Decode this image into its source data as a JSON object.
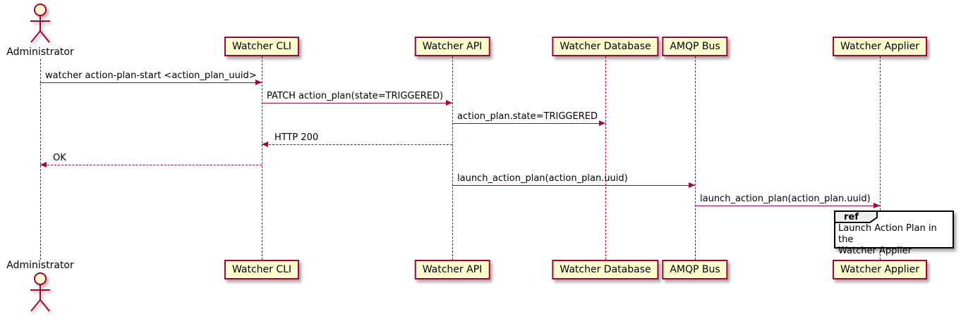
{
  "actor": {
    "name": "Administrator"
  },
  "participants": [
    {
      "name": "Watcher CLI"
    },
    {
      "name": "Watcher API"
    },
    {
      "name": "Watcher Database"
    },
    {
      "name": "AMQP Bus"
    },
    {
      "name": "Watcher Applier"
    }
  ],
  "messages": [
    {
      "from": "Administrator",
      "to": "Watcher CLI",
      "text": "watcher action-plan-start <action_plan_uuid>",
      "line": "solid"
    },
    {
      "from": "Watcher CLI",
      "to": "Watcher API",
      "text": "PATCH action_plan(state=TRIGGERED)",
      "line": "solid"
    },
    {
      "from": "Watcher API",
      "to": "Watcher Database",
      "text": "action_plan.state=TRIGGERED",
      "line": "solid"
    },
    {
      "from": "Watcher API",
      "to": "Watcher CLI",
      "text": "HTTP 200",
      "line": "dashed"
    },
    {
      "from": "Watcher CLI",
      "to": "Administrator",
      "text": "OK",
      "line": "dashed"
    },
    {
      "from": "Watcher API",
      "to": "AMQP Bus",
      "text": "launch_action_plan(action_plan.uuid)",
      "line": "solid"
    },
    {
      "from": "AMQP Bus",
      "to": "Watcher Applier",
      "text": "launch_action_plan(action_plan.uuid)",
      "line": "solid"
    }
  ],
  "ref": {
    "keyword": "ref",
    "over": "Watcher Applier",
    "text": "Launch Action Plan in the\nWatcher Applier"
  },
  "colors": {
    "accent": "#A80036",
    "participant_fill": "#FEFECE",
    "text": "#000000",
    "ref_header_fill": "#EEEEEE",
    "ref_border": "#000000"
  }
}
